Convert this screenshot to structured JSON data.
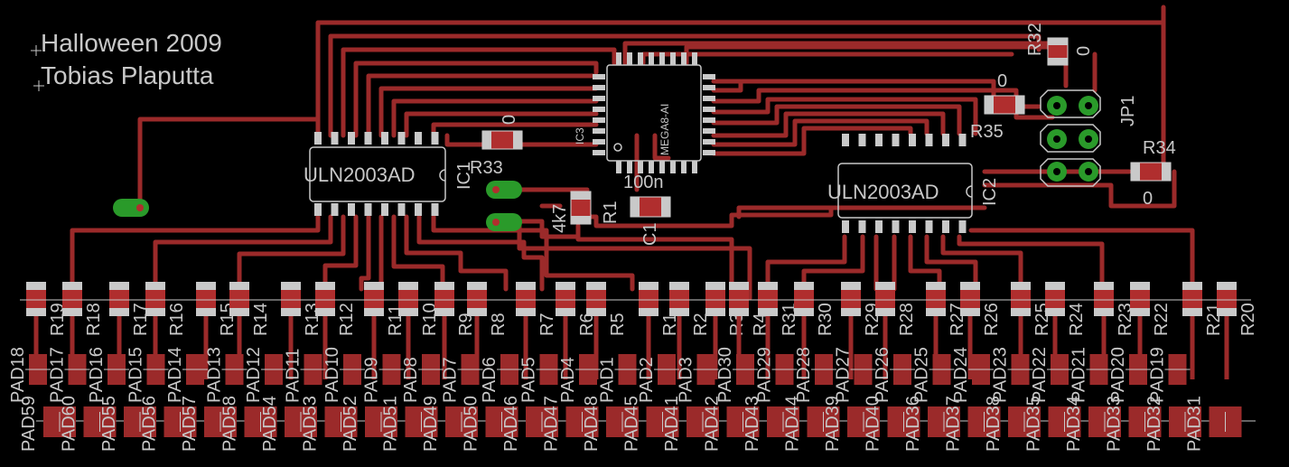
{
  "board": {
    "title_line1": "Halloween 2009",
    "title_line2": "Tobias Plaputta",
    "colors": {
      "background": "#000000",
      "trace": "#9b2a2a",
      "pad": "#b02e2e",
      "silk": "#c8c8c8",
      "via": "#2a9a2a"
    }
  },
  "parts": {
    "ic1": {
      "name": "ULN2003AD",
      "ref": "IC1"
    },
    "ic2": {
      "name": "ULN2003AD",
      "ref": "IC2"
    },
    "ic3": {
      "name": "MEGA8-AI",
      "ref": "IC3"
    },
    "c1": {
      "value": "100n",
      "ref": "C1"
    },
    "r1": {
      "value": "4k7",
      "ref": "R1"
    },
    "r32": {
      "value": "0",
      "ref": "R32"
    },
    "r33": {
      "value": "0",
      "ref": "R33"
    },
    "r34": {
      "value": "0",
      "ref": "R34"
    },
    "r35": {
      "value": "0",
      "ref": "R35"
    },
    "jp1": {
      "ref": "JP1"
    }
  },
  "resistors_bottom": [
    "R19",
    "R18",
    "R17",
    "R16",
    "R15",
    "R14",
    "R13",
    "R12",
    "R11",
    "R10",
    "R9",
    "R8",
    "R7",
    "R6",
    "R5",
    "R1",
    "R2",
    "R3",
    "R4",
    "R31",
    "R30",
    "R29",
    "R28",
    "R27",
    "R26",
    "R25",
    "R24",
    "R23",
    "R22",
    "R21",
    "R20"
  ],
  "pads_top_row": [
    "PAD18",
    "PAD17",
    "PAD16",
    "PAD15",
    "PAD14",
    "PAD13",
    "PAD12",
    "PAD11",
    "PAD10",
    "PAD9",
    "PAD8",
    "PAD7",
    "PAD6",
    "PAD5",
    "PAD4",
    "PAD1",
    "PAD2",
    "PAD3",
    "PAD30",
    "PAD29",
    "PAD28",
    "PAD27",
    "PAD26",
    "PAD25",
    "PAD24",
    "PAD23",
    "PAD22",
    "PAD21",
    "PAD20",
    "PAD19"
  ],
  "pads_bottom_row": [
    "PAD59",
    "PAD60",
    "PAD55",
    "PAD56",
    "PAD57",
    "PAD58",
    "PAD54",
    "PAD53",
    "PAD52",
    "PAD51",
    "PAD49",
    "PAD50",
    "PAD46",
    "PAD47",
    "PAD48",
    "PAD45",
    "PAD41",
    "PAD42",
    "PAD43",
    "PAD44",
    "PAD39",
    "PAD40",
    "PAD36",
    "PAD37",
    "PAD38",
    "PAD35",
    "PAD34",
    "PAD33",
    "PAD32",
    "PAD31"
  ]
}
